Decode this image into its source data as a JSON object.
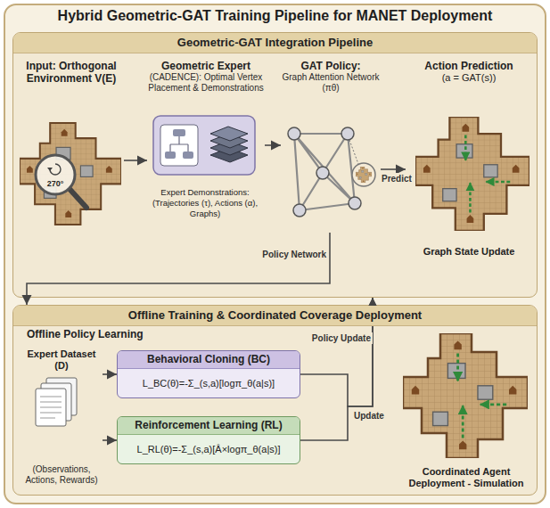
{
  "diagram": {
    "title": "Hybrid Geometric-GAT Training Pipeline for MANET Deployment",
    "nodes": [
      {
        "text": [
          "Geometric-GAT Integration Pipeline"
        ]
      },
      {
        "text": [
          "Input: Orthogonal Environment V(E)"
        ],
        "in": 0
      },
      {
        "text": [
          "Geometric Expert",
          "(CADENCE): Optimal Vertex Placement & Demonstrations"
        ],
        "in": 0
      },
      {
        "text": [
          "GAT Policy:",
          "Graph Attention Network (πθ)"
        ],
        "in": 0
      },
      {
        "text": [
          "Action Prediction",
          "(a = GAT(s))",
          "Graph State Update"
        ],
        "in": 0
      },
      {
        "text": [
          "Offline Training & Coordinated Coverage Deployment"
        ]
      },
      {
        "text": [
          "Expert Dataset (D)",
          "(Observations, Actions, Rewards)"
        ],
        "in": 5
      },
      {
        "text": [
          "Behavioral Cloning (BC)",
          "L_BC(θ)=-Σ_(s,a)[logπ_θ(a|s)]"
        ],
        "in": 5
      },
      {
        "text": [
          "Reinforcement Learning (RL)",
          "L_RL(θ)=-Σ_(s,a)[Â×logπ_θ(a|s)]"
        ],
        "in": 5
      },
      {
        "text": [
          "Coordinated Agent Deployment - Simulation"
        ],
        "in": 5
      }
    ],
    "edges": [
      {
        "from": 1,
        "to": 2,
        "arrow": "to"
      },
      {
        "from": 2,
        "to": 3,
        "arrow": "to"
      },
      {
        "from": 3,
        "to": 4,
        "arrow": "to",
        "label": "Predict"
      },
      {
        "from": 3,
        "to": 5,
        "arrow": "to",
        "label": "Policy Network"
      },
      {
        "from": 6,
        "to": 7,
        "arrow": "to"
      },
      {
        "from": 6,
        "to": 8,
        "arrow": "to"
      },
      {
        "from": 7,
        "to": 0,
        "arrow": "to",
        "label": "Policy Update"
      },
      {
        "from": 8,
        "to": 0,
        "arrow": "to",
        "label": "Update"
      }
    ],
    "labels": [
      "270°",
      "Expert Demonstrations: (Trajectories (τ), Actions (α), Graphs)",
      "Offline Policy Learning"
    ]
  }
}
